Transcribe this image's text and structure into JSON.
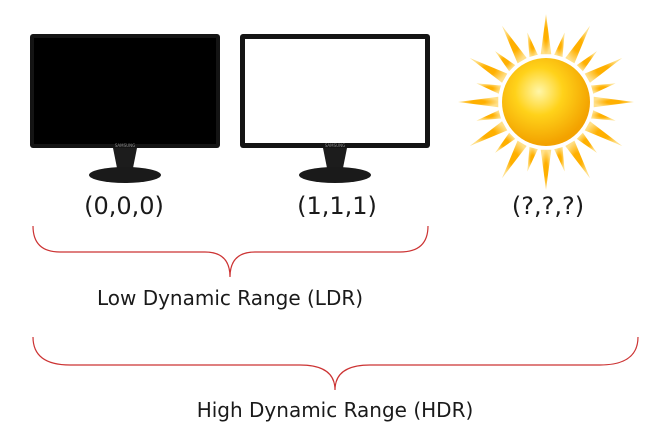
{
  "monitors": [
    {
      "value_label": "(0,0,0)",
      "screen_color": "#000000",
      "brand": "SAMSUNG"
    },
    {
      "value_label": "(1,1,1)",
      "screen_color": "#ffffff",
      "brand": "SAMSUNG"
    }
  ],
  "sun": {
    "value_label": "(?,?,?)",
    "icon": "sun-icon"
  },
  "ranges": {
    "ldr_label": "Low Dynamic Range (LDR)",
    "hdr_label": "High Dynamic Range (HDR)"
  },
  "colors": {
    "brace": "#cc3333",
    "text": "#1a1a1a",
    "sun_core": "#ffd21a",
    "sun_rays": "#ffb000"
  }
}
